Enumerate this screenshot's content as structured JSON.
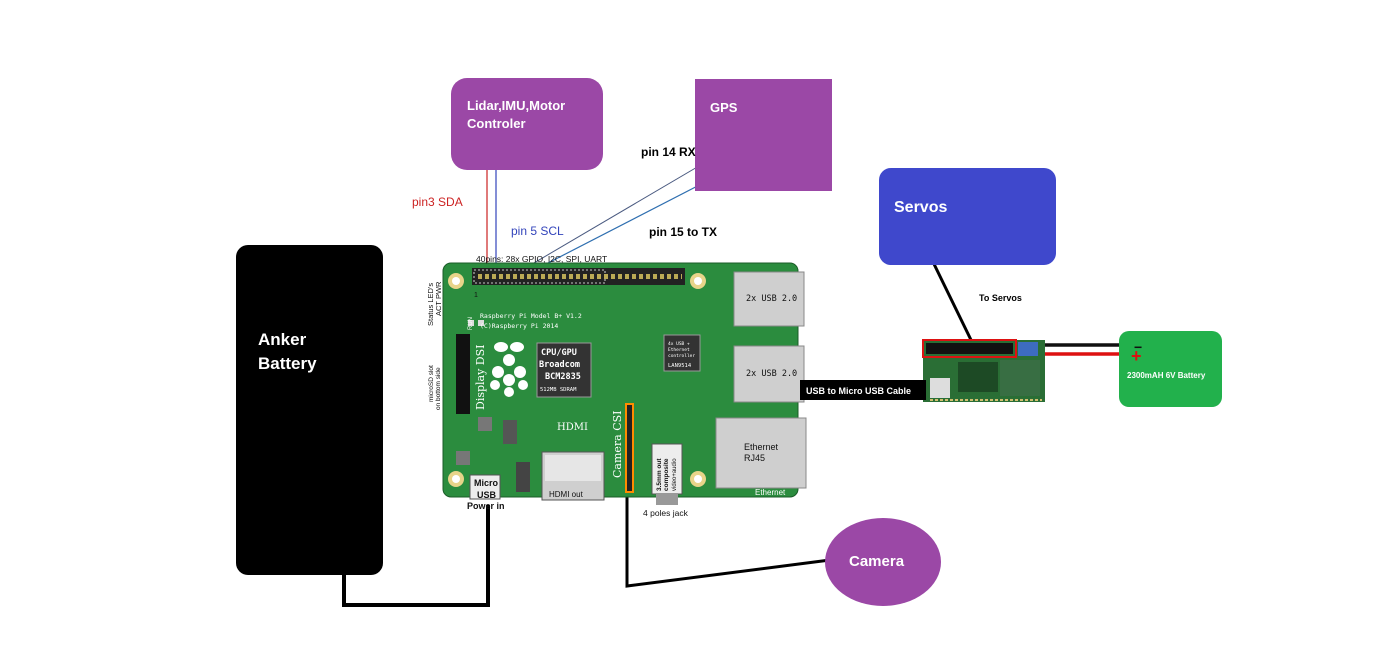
{
  "nodes": {
    "lidar": {
      "line1": "Lidar,IMU,Motor",
      "line2": "Controler"
    },
    "gps": {
      "label": "GPS"
    },
    "servos": {
      "label": "Servos"
    },
    "battery_anker": {
      "line1": "Anker",
      "line2": "Battery"
    },
    "battery_6v": {
      "label": "2300mAH 6V Battery"
    },
    "camera": {
      "label": "Camera"
    }
  },
  "connections": {
    "sda": "pin3 SDA",
    "scl": "pin 5 SCL",
    "rx": "pin 14 RX",
    "tx": "pin 15 to TX",
    "to_servos": "To Servos",
    "usb_cable": "USB to Micro USB Cable"
  },
  "board": {
    "gpio_header": "40pins: 28x GPIO, I2C, SPI, UART",
    "pin1": "1",
    "model_line1": "Raspberry Pi Model B+ V1.2",
    "model_line2": "(C)Raspberry Pi 2014",
    "status_leds": "Status LED's",
    "act_pwr": "ACT PWR",
    "run": "RUN",
    "microsd_line1": "microSD slot",
    "microsd_line2": "on bottom side",
    "display_dsi": "Display DSI",
    "cpu_line1": "CPU/GPU",
    "cpu_line2": "Broadcom",
    "cpu_line3": "BCM2835",
    "cpu_line4": "512MB SDRAM",
    "eth_line1": "4x USB +",
    "eth_line2": "Ethernet",
    "eth_line3": "controller",
    "eth_chip": "LAN9514",
    "usb_top": "2x USB 2.0",
    "usb_bottom": "2x USB 2.0",
    "ethernet_line1": "Ethernet",
    "ethernet_line2": "RJ45",
    "ethernet_corner": "Ethernet",
    "hdmi": "HDMI",
    "hdmi_out": "HDMI out",
    "camera_csi": "Camera CSI",
    "audio_line1": "3.5mm out",
    "audio_line2": "composite",
    "audio_line3": "video+audio",
    "jack": "4 poles jack",
    "micro_usb_line1": "Micro",
    "micro_usb_line2": "USB",
    "power_in": "Power in",
    "battery_minus": "−",
    "battery_plus": "+"
  },
  "colors": {
    "purple": "#9b48a6",
    "blue": "#3f48cc",
    "green": "#22b14c",
    "board_green": "#2b8c3e",
    "sda_wire": "#cc2222",
    "scl_wire": "#3344bb"
  }
}
